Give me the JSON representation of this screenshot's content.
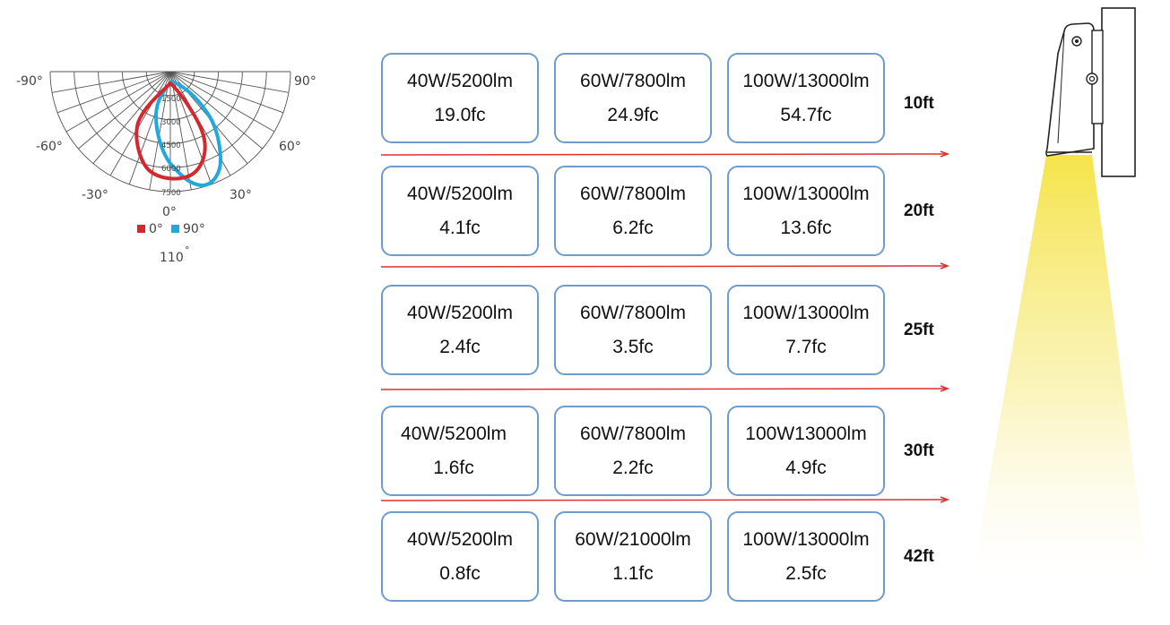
{
  "polar_chart": {
    "angle_labels": {
      "neg90": "-90°",
      "pos90": "90°",
      "neg60": "-60°",
      "pos60": "60°",
      "neg30": "-30°",
      "pos30": "30°",
      "zero": "0°"
    },
    "radial_labels": [
      "1500",
      "3000",
      "4500",
      "6000",
      "7500"
    ],
    "legend": [
      {
        "label": "0°",
        "color": "#d7272e"
      },
      {
        "label": "90°",
        "color": "#1fa9df"
      }
    ],
    "beam_angle": "110",
    "beam_angle_unit": "°"
  },
  "rows": [
    {
      "height": "10ft",
      "cards": [
        {
          "power": "40W/5200lm",
          "illuminance": "19.0fc"
        },
        {
          "power": "60W/7800lm",
          "illuminance": "24.9fc"
        },
        {
          "power": "100W/13000lm",
          "illuminance": "54.7fc"
        }
      ]
    },
    {
      "height": "20ft",
      "cards": [
        {
          "power": "40W/5200lm",
          "illuminance": "4.1fc"
        },
        {
          "power": "60W/7800lm",
          "illuminance": "6.2fc"
        },
        {
          "power": "100W/13000lm",
          "illuminance": "13.6fc"
        }
      ]
    },
    {
      "height": "25ft",
      "cards": [
        {
          "power": "40W/5200lm",
          "illuminance": "2.4fc"
        },
        {
          "power": "60W/7800lm",
          "illuminance": "3.5fc"
        },
        {
          "power": "100W/13000lm",
          "illuminance": "7.7fc"
        }
      ]
    },
    {
      "height": "30ft",
      "cards": [
        {
          "power": "40W/5200lm",
          "illuminance": "1.6fc"
        },
        {
          "power": "60W/7800lm",
          "illuminance": "2.2fc"
        },
        {
          "power": "100W13000lm",
          "illuminance": "4.9fc"
        }
      ]
    },
    {
      "height": "42ft",
      "cards": [
        {
          "power": "40W/5200lm",
          "illuminance": "0.8fc"
        },
        {
          "power": "60W/21000lm",
          "illuminance": "1.1fc"
        },
        {
          "power": "100W/13000lm",
          "illuminance": "2.5fc"
        }
      ]
    }
  ],
  "colors": {
    "card_border": "#6f9ccc",
    "divider_arrow": "#e03030",
    "curve_0deg": "#d7272e",
    "curve_90deg": "#1fa9df",
    "light_beam": "#f5e44a"
  },
  "icons": {
    "fixture": "wall-mounted-flood-light-icon"
  }
}
